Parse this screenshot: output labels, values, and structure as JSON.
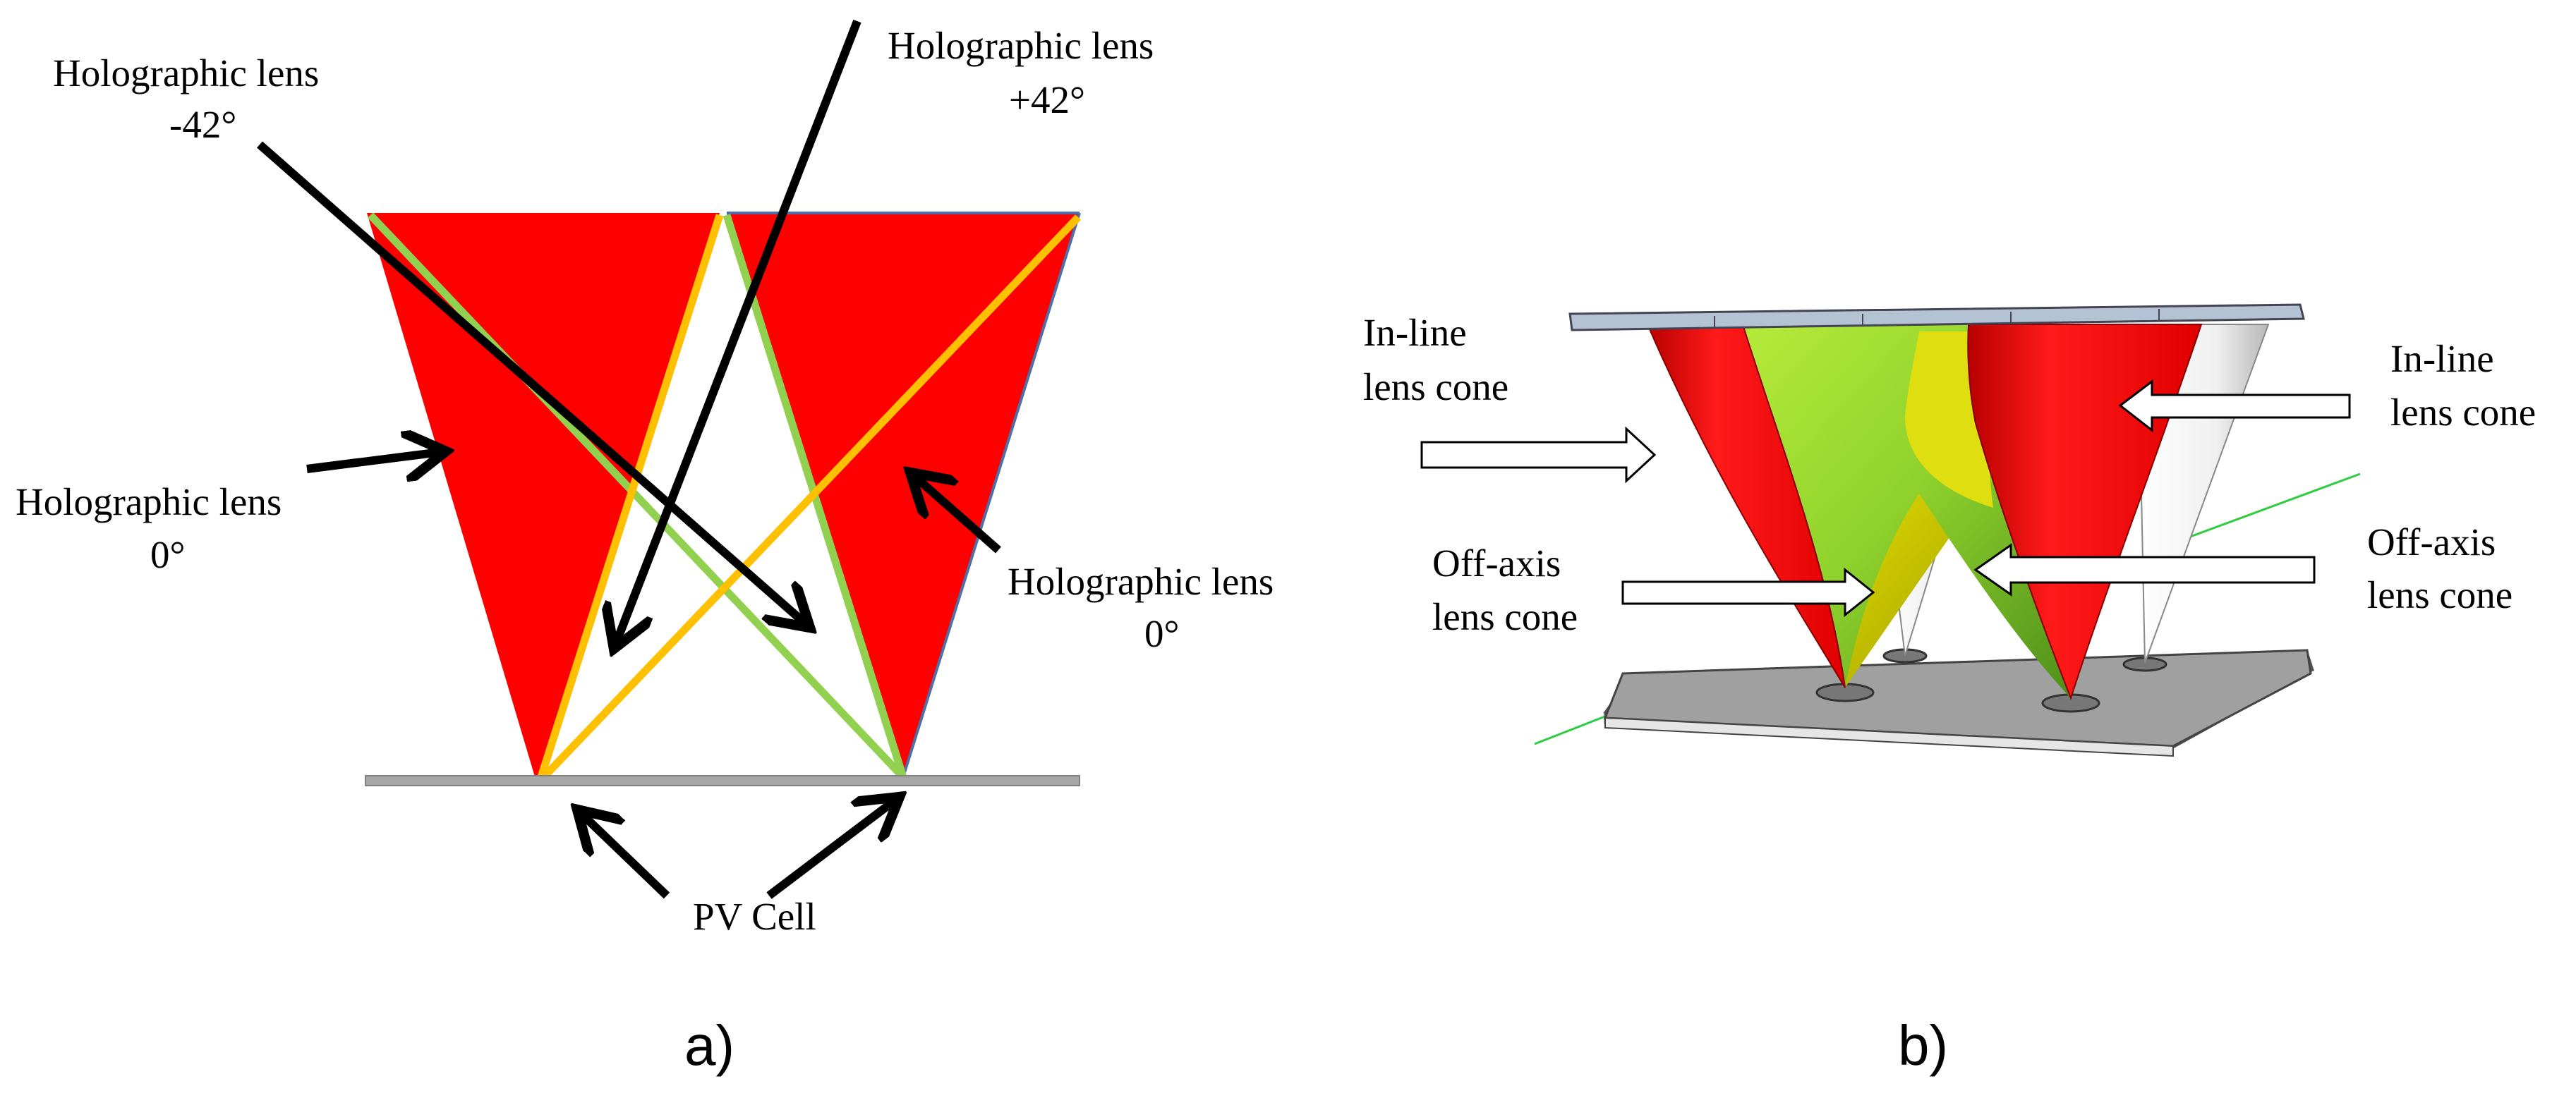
{
  "panel_a": {
    "label_lens_minus42_line1": "Holographic lens",
    "label_lens_minus42_line2": "-42°",
    "label_lens_plus42_line1": "Holographic lens",
    "label_lens_plus42_line2": "+42°",
    "label_lens_0_left_line1": "Holographic lens",
    "label_lens_0_left_line2": "0°",
    "label_lens_0_right_line1": "Holographic lens",
    "label_lens_0_right_line2": "0°",
    "label_pv_cell": "PV Cell",
    "caption": "a)"
  },
  "panel_b": {
    "label_inline_left_line1": "In-line",
    "label_inline_left_line2": "lens cone",
    "label_inline_right_line1": "In-line",
    "label_inline_right_line2": "lens cone",
    "label_offaxis_left_line1": "Off-axis",
    "label_offaxis_left_line2": "lens cone",
    "label_offaxis_right_line1": "Off-axis",
    "label_offaxis_right_line2": "lens cone",
    "caption": "b)"
  },
  "colors": {
    "red": "#ff0000",
    "orange": "#ffc000",
    "green": "#92d050",
    "gray": "#a6a6a6"
  }
}
